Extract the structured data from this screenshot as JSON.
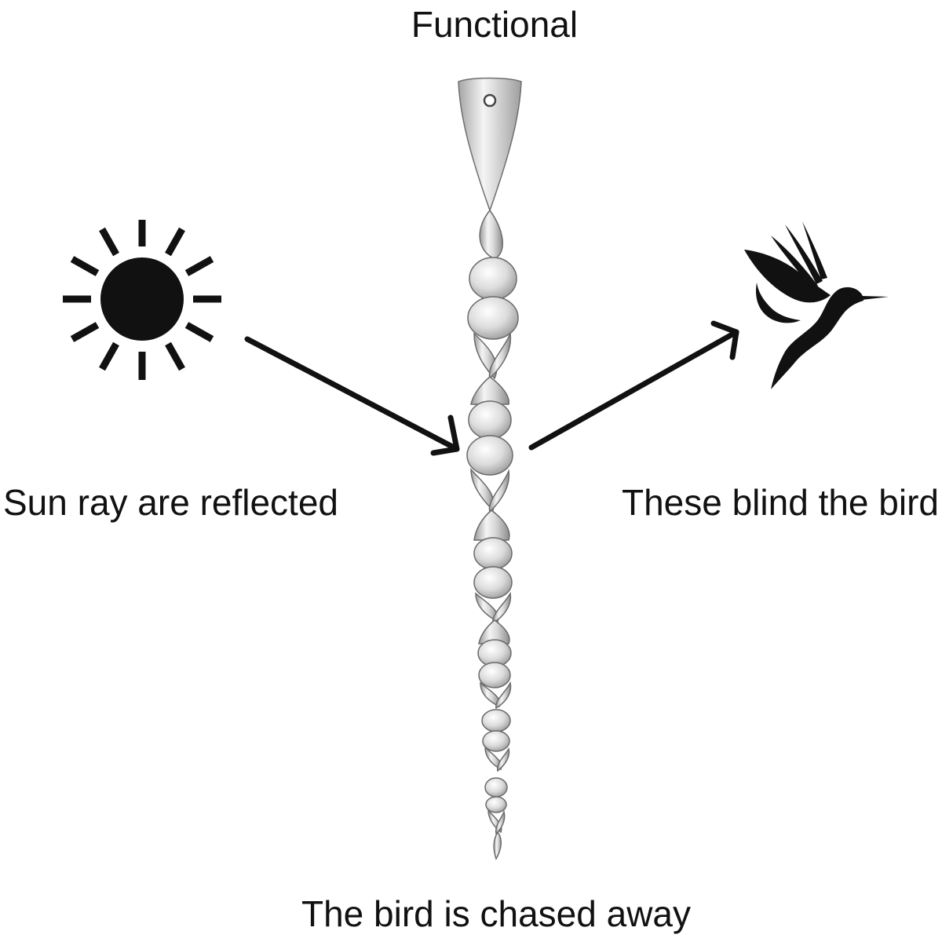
{
  "diagram": {
    "title": "Functional",
    "left_caption": "Sun ray are reflected",
    "right_caption": "These blind the bird",
    "bottom_caption": "The bird is chased away",
    "icons": {
      "sun": "sun-icon",
      "bird": "hummingbird-icon",
      "spiral": "reflective-spiral-rod"
    },
    "colors": {
      "ink": "#111111",
      "metal_light": "#f2f2f2",
      "metal_mid": "#c8c8c8",
      "metal_dark": "#8a8a8a",
      "background": "#ffffff"
    }
  }
}
